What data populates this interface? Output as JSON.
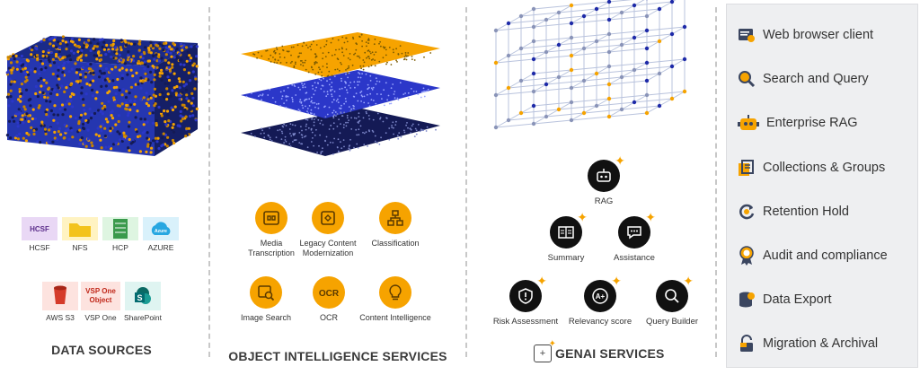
{
  "colors": {
    "orange": "#f6a300",
    "blue": "#2b37c9",
    "navy": "#141a55",
    "black": "#111111",
    "panel": "#eeeff1"
  },
  "data_sources": {
    "title": "DATA SOURCES",
    "row1": [
      {
        "box": "HCSF",
        "label": "HCSF",
        "color": "#e9d8f5"
      },
      {
        "box": "",
        "label": "NFS",
        "color": "#fff3c2"
      },
      {
        "box": "",
        "label": "HCP",
        "color": "#def5e1"
      },
      {
        "box": "Azure",
        "label": "AZURE",
        "color": "#d9f1fb"
      }
    ],
    "row2": [
      {
        "box": "",
        "label": "AWS S3",
        "color": "#fde3df"
      },
      {
        "box": "VSP One Object",
        "label": "VSP One",
        "color": "#fde3df"
      },
      {
        "box": "",
        "label": "SharePoint",
        "color": "#dff4f1"
      }
    ]
  },
  "object_intelligence": {
    "title": "OBJECT INTELLIGENCE SERVICES",
    "services": [
      {
        "label": "Media Transcription",
        "icon": "media-transcription-icon"
      },
      {
        "label": "Legacy Content Modernization",
        "icon": "legacy-content-icon"
      },
      {
        "label": "Classification",
        "icon": "classification-icon"
      },
      {
        "label": "Image Search",
        "icon": "image-search-icon"
      },
      {
        "label": "OCR",
        "icon": "ocr-icon"
      },
      {
        "label": "Content Intelligence",
        "icon": "lightbulb-icon"
      }
    ]
  },
  "genai": {
    "title": "GENAI SERVICES",
    "services": [
      {
        "label": "RAG",
        "icon": "robot-icon"
      },
      {
        "label": "Summary",
        "icon": "summary-icon"
      },
      {
        "label": "Assistance",
        "icon": "chat-icon"
      },
      {
        "label": "Risk Assessment",
        "icon": "shield-icon"
      },
      {
        "label": "Relevancy score",
        "icon": "grade-icon"
      },
      {
        "label": "Query Builder",
        "icon": "search-icon"
      }
    ]
  },
  "panel": {
    "items": [
      {
        "label": "Web browser client",
        "icon": "browser-icon"
      },
      {
        "label": "Search and Query",
        "icon": "magnifier-icon"
      },
      {
        "label": "Enterprise RAG",
        "icon": "robot-icon"
      },
      {
        "label": "Collections & Groups",
        "icon": "collections-icon"
      },
      {
        "label": "Retention Hold",
        "icon": "retention-icon"
      },
      {
        "label": "Audit and compliance",
        "icon": "award-icon"
      },
      {
        "label": "Data Export",
        "icon": "database-export-icon"
      },
      {
        "label": "Migration & Archival",
        "icon": "lock-icon"
      }
    ]
  }
}
